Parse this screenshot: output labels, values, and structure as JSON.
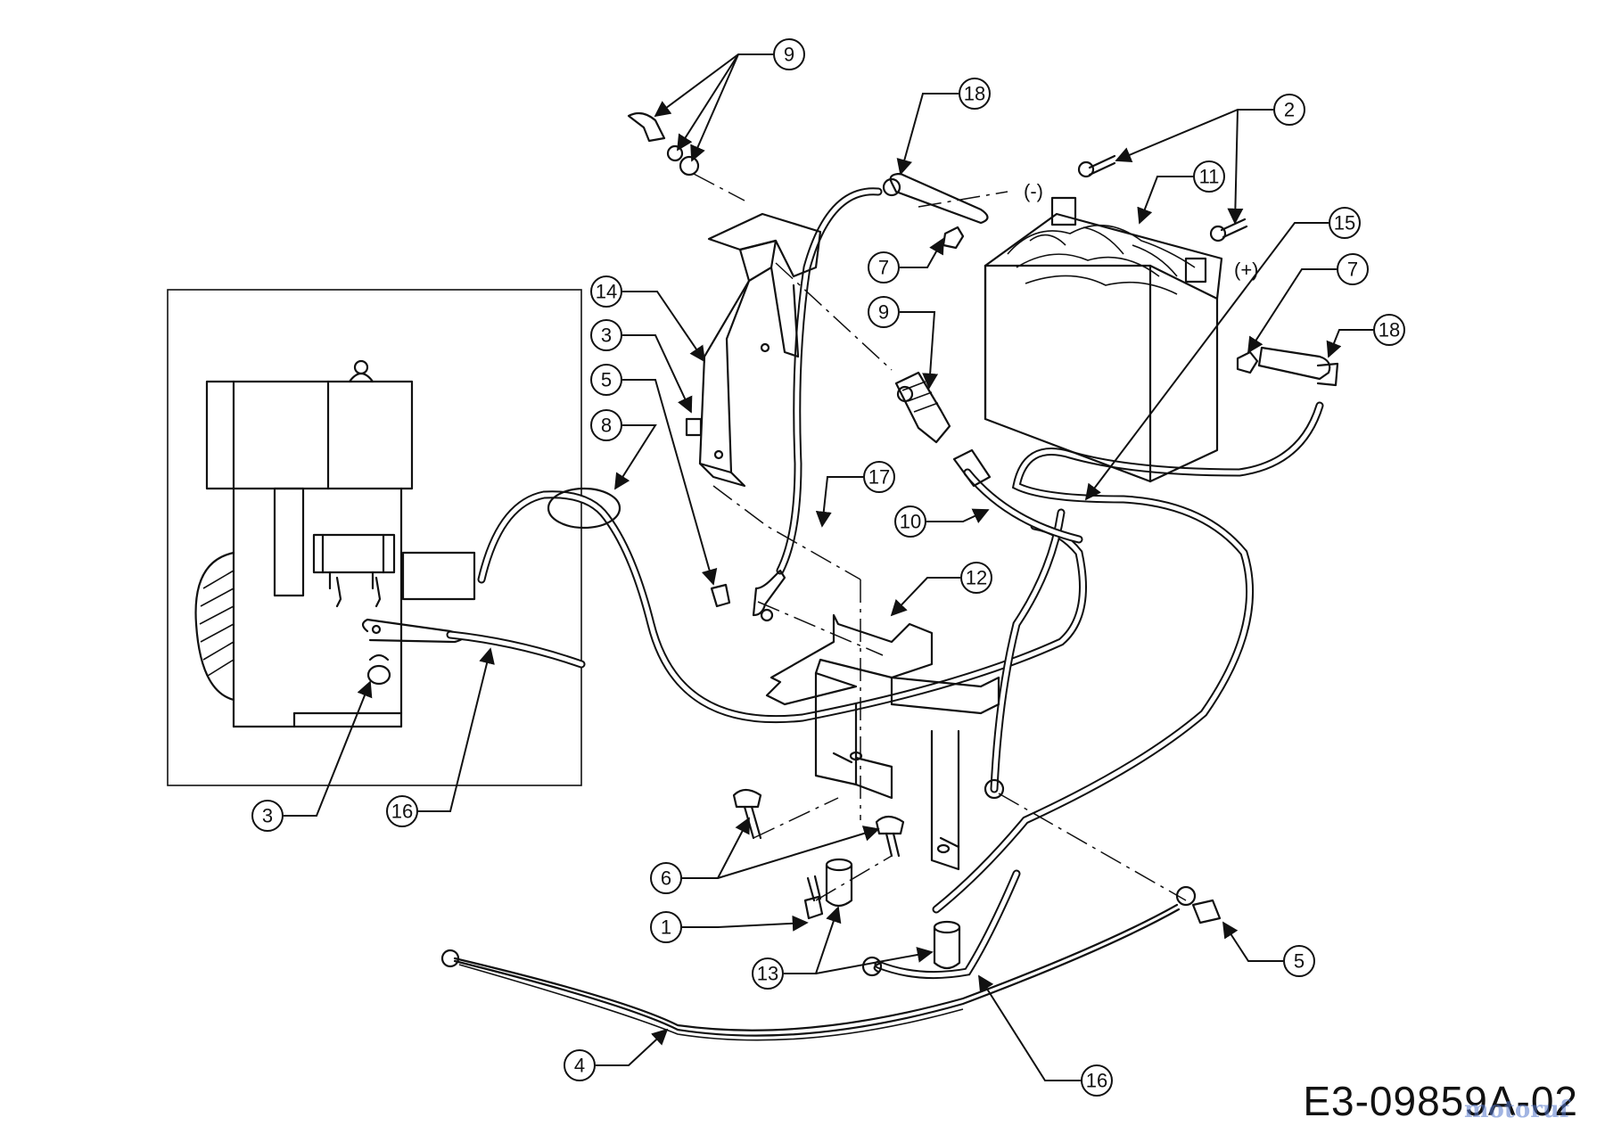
{
  "diagram": {
    "code": "E3-09859A-02",
    "watermark": "motoruf",
    "polarity": {
      "negative": "(-)",
      "positive": "(+)"
    },
    "callouts": [
      "1",
      "2",
      "3",
      "3",
      "4",
      "5",
      "5",
      "6",
      "7",
      "7",
      "8",
      "9",
      "9",
      "10",
      "11",
      "12",
      "13",
      "14",
      "15",
      "16",
      "16",
      "17",
      "18",
      "18"
    ]
  }
}
